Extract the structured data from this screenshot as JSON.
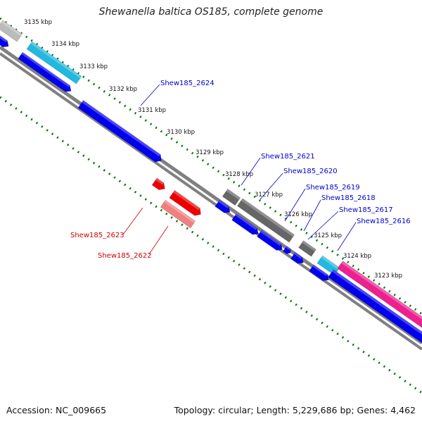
{
  "title": "Shewanella baltica OS185, complete genome",
  "footer": {
    "accession": "Accession: NC_009665",
    "topology": "Topology: circular; Length: 5,229,686 bp; Genes: 4,462"
  },
  "ticks": [
    "3135 kbp",
    "3134 kbp",
    "3133 kbp",
    "3132 kbp",
    "3131 kbp",
    "3130 kbp",
    "3129 kbp",
    "3128 kbp",
    "3127 kbp",
    "3126 kbp",
    "3125 kbp",
    "3124 kbp",
    "3123 kbp"
  ],
  "gene_labels": {
    "blue": [
      "Shew185_2624",
      "Shew185_2621",
      "Shew185_2620",
      "Shew185_2619",
      "Shew185_2618",
      "Shew185_2617",
      "Shew185_2616"
    ],
    "red": [
      "Shew185_2623",
      "Shew185_2622"
    ]
  },
  "colors": {
    "forward_cds": "#0000ee",
    "reverse_cds": "#0000ee",
    "red_gene": "#ee0000",
    "light_red_gene": "#f08080",
    "cyan_gene": "#22b8e0",
    "pink_gene": "#ee2090",
    "gray_gene": "#666666",
    "backbone": "#808080",
    "tick_dots": "#007700",
    "label_blue": "#0000cc",
    "label_red": "#cc0000"
  }
}
